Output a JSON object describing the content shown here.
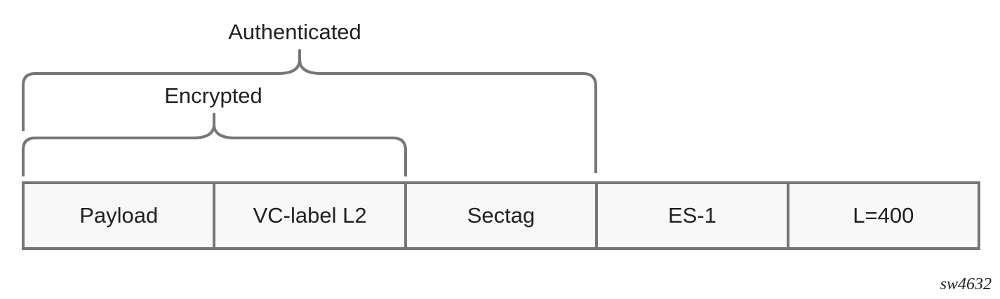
{
  "diagram": {
    "braces": [
      {
        "label": "Authenticated",
        "covers_fields": [
          "Payload",
          "VC-label L2",
          "Sectag"
        ]
      },
      {
        "label": "Encrypted",
        "covers_fields": [
          "Payload",
          "VC-label L2"
        ]
      }
    ],
    "frame_fields": [
      {
        "label": "Payload"
      },
      {
        "label": "VC-label L2"
      },
      {
        "label": "Sectag"
      },
      {
        "label": "ES-1"
      },
      {
        "label": "L=400"
      }
    ],
    "watermark": "sw4632",
    "colors": {
      "line": "#767676",
      "box_fill": "#f8f8f8",
      "text": "#231f20",
      "background": "#ffffff"
    }
  }
}
